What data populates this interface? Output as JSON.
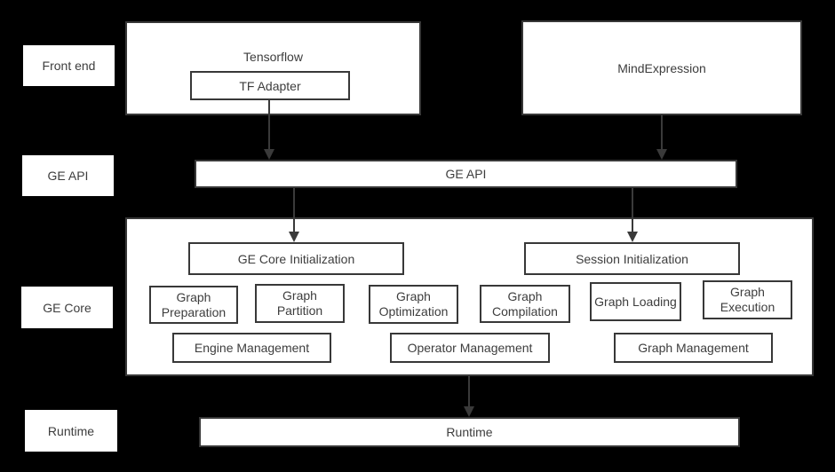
{
  "colors": {
    "background": "#000000",
    "box_fill": "#ffffff",
    "box_border": "#383838",
    "text": "#3d3d3d",
    "arrow": "#3a3a3a"
  },
  "side_labels": {
    "front_end": "Front end",
    "ge_api": "GE API",
    "ge_core": "GE Core",
    "runtime": "Runtime"
  },
  "front_end_row": {
    "tensorflow": {
      "title": "Tensorflow",
      "tf_adapter": "TF Adapter"
    },
    "mindexpression": {
      "title": "MindExpression"
    }
  },
  "ge_api_row": {
    "bar": "GE API"
  },
  "ge_core_section": {
    "initialization": [
      "GE Core Initialization",
      "Session Initialization"
    ],
    "stages": [
      "Graph Preparation",
      "Graph Partition",
      "Graph Optimization",
      "Graph Compilation",
      "Graph Loading",
      "Graph Execution"
    ],
    "management": [
      "Engine Management",
      "Operator Management",
      "Graph Management"
    ]
  },
  "runtime_row": {
    "bar": "Runtime"
  }
}
